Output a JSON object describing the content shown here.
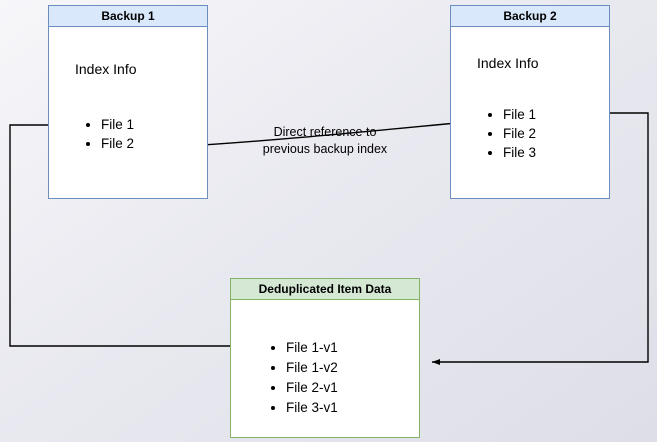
{
  "backup1": {
    "title": "Backup 1",
    "header": "Index Info",
    "files": [
      "File 1",
      "File 2"
    ]
  },
  "backup2": {
    "title": "Backup 2",
    "header": "Index Info",
    "files": [
      "File 1",
      "File 2",
      "File 3"
    ]
  },
  "dedup": {
    "title": "Deduplicated Item Data",
    "files": [
      "File 1-v1",
      "File 1-v2",
      "File 2-v1",
      "File 3-v1"
    ]
  },
  "annotation": {
    "line1": "Direct reference to",
    "line2": "previous backup index"
  },
  "colors": {
    "blue_fill": "#dae8fc",
    "blue_border": "#6c8ebf",
    "green_fill": "#d5e8d4",
    "green_border": "#82b366",
    "arrow": "#000000"
  }
}
